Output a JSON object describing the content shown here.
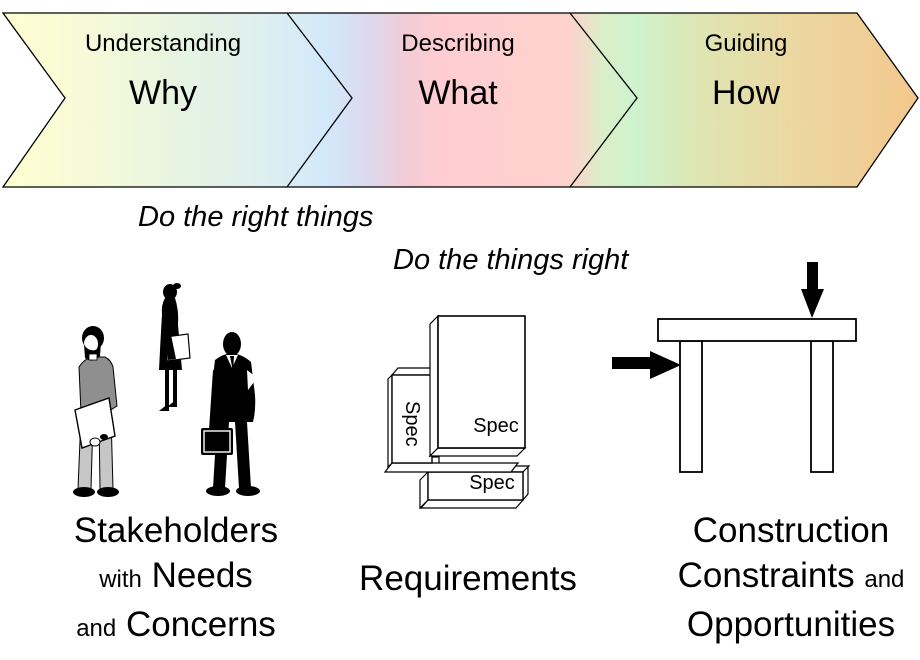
{
  "banner": {
    "phases": [
      {
        "activity": "Understanding",
        "focus": "Why"
      },
      {
        "activity": "Describing",
        "focus": "What"
      },
      {
        "activity": "Guiding",
        "focus": "How"
      }
    ],
    "outline_color": "#000000",
    "gradient_colors": [
      "#ffffcf",
      "#e6f4e2",
      "#d2e9fb",
      "#ffcdd1",
      "#cef3ce",
      "#f3c78c"
    ]
  },
  "mottos": {
    "first": "Do the right things",
    "second": "Do the things right"
  },
  "illustrations": {
    "stakeholders": {
      "silhouette_color": "#000000",
      "shirt_color": "#8f8f8f",
      "pants_color": "#c6c6c6"
    },
    "specs": {
      "labels": [
        "Spec",
        "Spec",
        "Spec"
      ]
    },
    "table": {
      "arrow_color": "#000000"
    }
  },
  "captions": {
    "stakeholders": {
      "line1": "Stakeholders",
      "line2_small": "with",
      "line2_large": "Needs",
      "line3_small": "and",
      "line3_large": "Concerns"
    },
    "requirements": {
      "label": "Requirements"
    },
    "construction": {
      "line1": "Construction",
      "line2_large": "Constraints",
      "line2_small": "and",
      "line3": "Opportunities"
    }
  }
}
